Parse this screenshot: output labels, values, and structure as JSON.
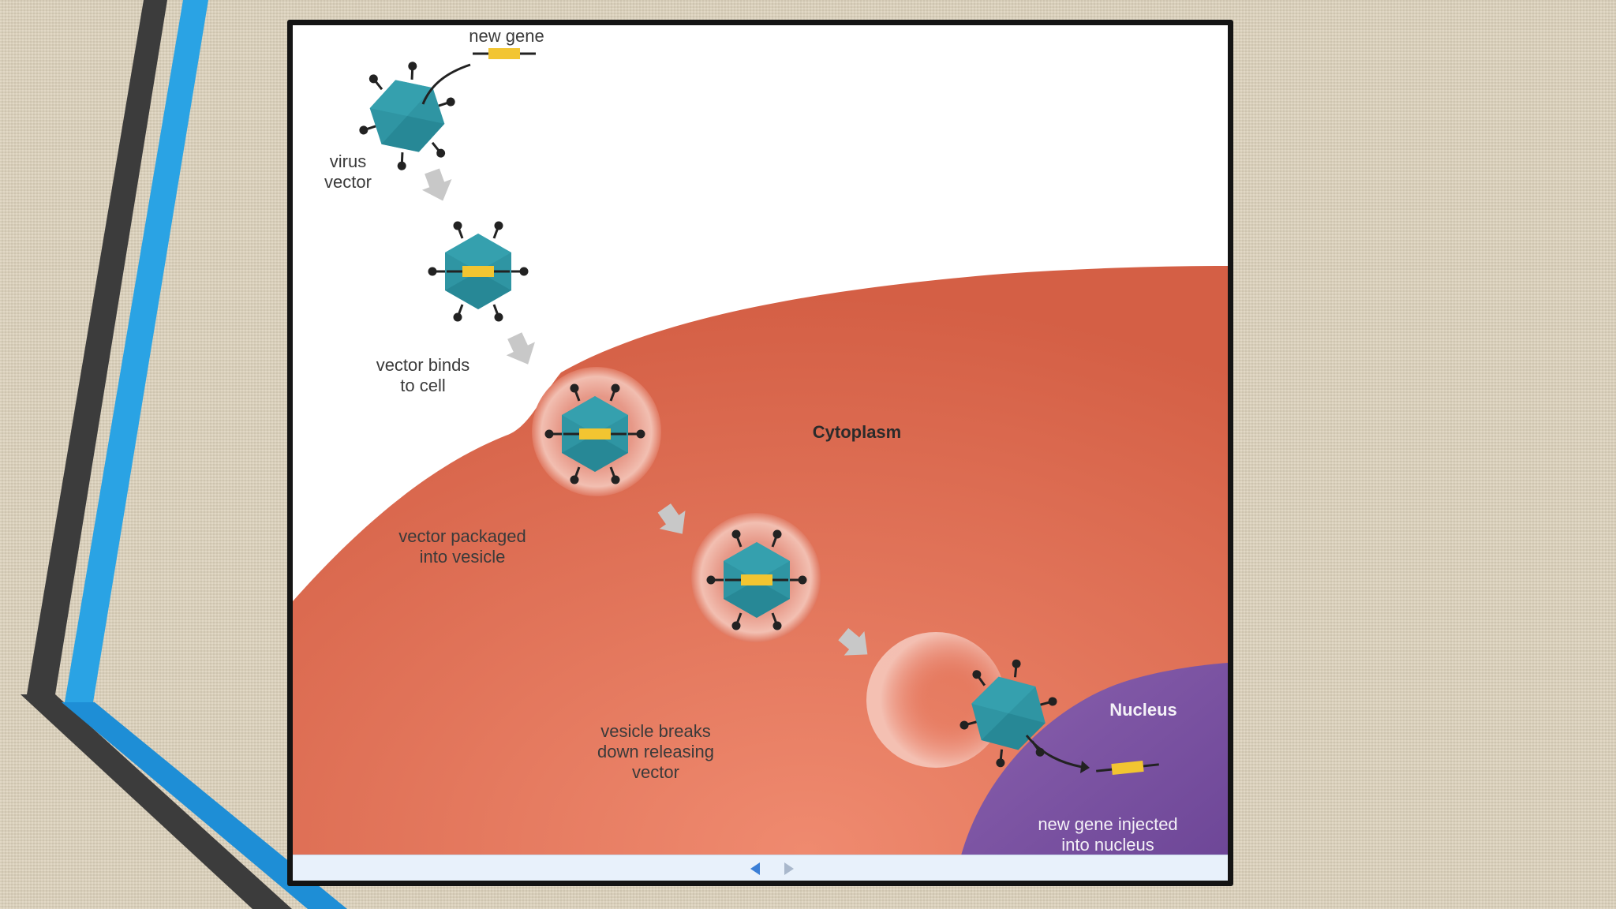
{
  "labels": {
    "new_gene": "new gene",
    "virus_vector": "virus\nvector",
    "vector_binds": "vector binds\nto cell",
    "cytoplasm": "Cytoplasm",
    "vector_packaged": "vector packaged\ninto vesicle",
    "vesicle_breaks": "vesicle breaks\ndown releasing\nvector",
    "nucleus": "Nucleus",
    "gene_injected": "new gene injected\ninto nucleus"
  },
  "colors": {
    "cytoplasm": "#d9664a",
    "nucleus": "#7f55a3",
    "virus": "#2f95a3",
    "gene": "#f2c531",
    "arrow": "#c8c8c8",
    "stripe_dark": "#3c3c3c",
    "stripe_blue": "#2aa3e4"
  },
  "icons": {
    "prev": "triangle-left-icon",
    "next": "triangle-right-icon"
  }
}
